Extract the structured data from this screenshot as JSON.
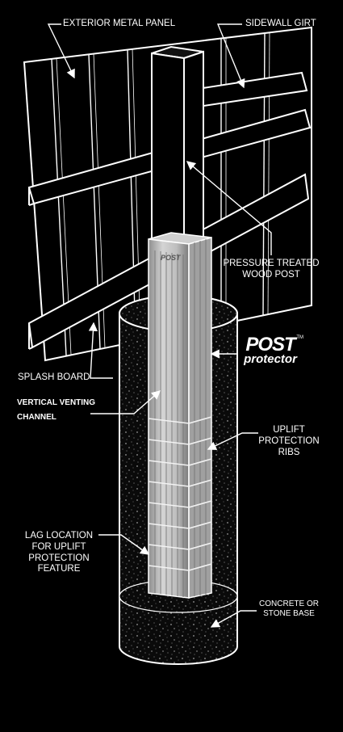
{
  "labels": {
    "exterior_metal_panel": "EXTERIOR METAL PANEL",
    "sidewall_girt": "SIDEWALL GIRT",
    "pressure_treated": "PRESSURE TREATED",
    "wood_post": "WOOD POST",
    "splash_board": "SPLASH BOARD",
    "vertical_venting": "VERTICAL VENTING",
    "channel": "CHANNEL",
    "uplift": "UPLIFT",
    "protection": "PROTECTION",
    "ribs": "RIBS",
    "lag_location": "LAG LOCATION",
    "for_uplift": "FOR UPLIFT",
    "protection_2": "PROTECTION",
    "feature": "FEATURE",
    "concrete_or": "CONCRETE OR",
    "stone_base": "STONE BASE"
  },
  "brand": {
    "post": "POST",
    "protector": "protector",
    "tm": "TM"
  },
  "colors": {
    "background": "#000000",
    "line": "#ffffff",
    "sleeve": "#bdbdbd",
    "concrete": "#1a1a1a"
  }
}
